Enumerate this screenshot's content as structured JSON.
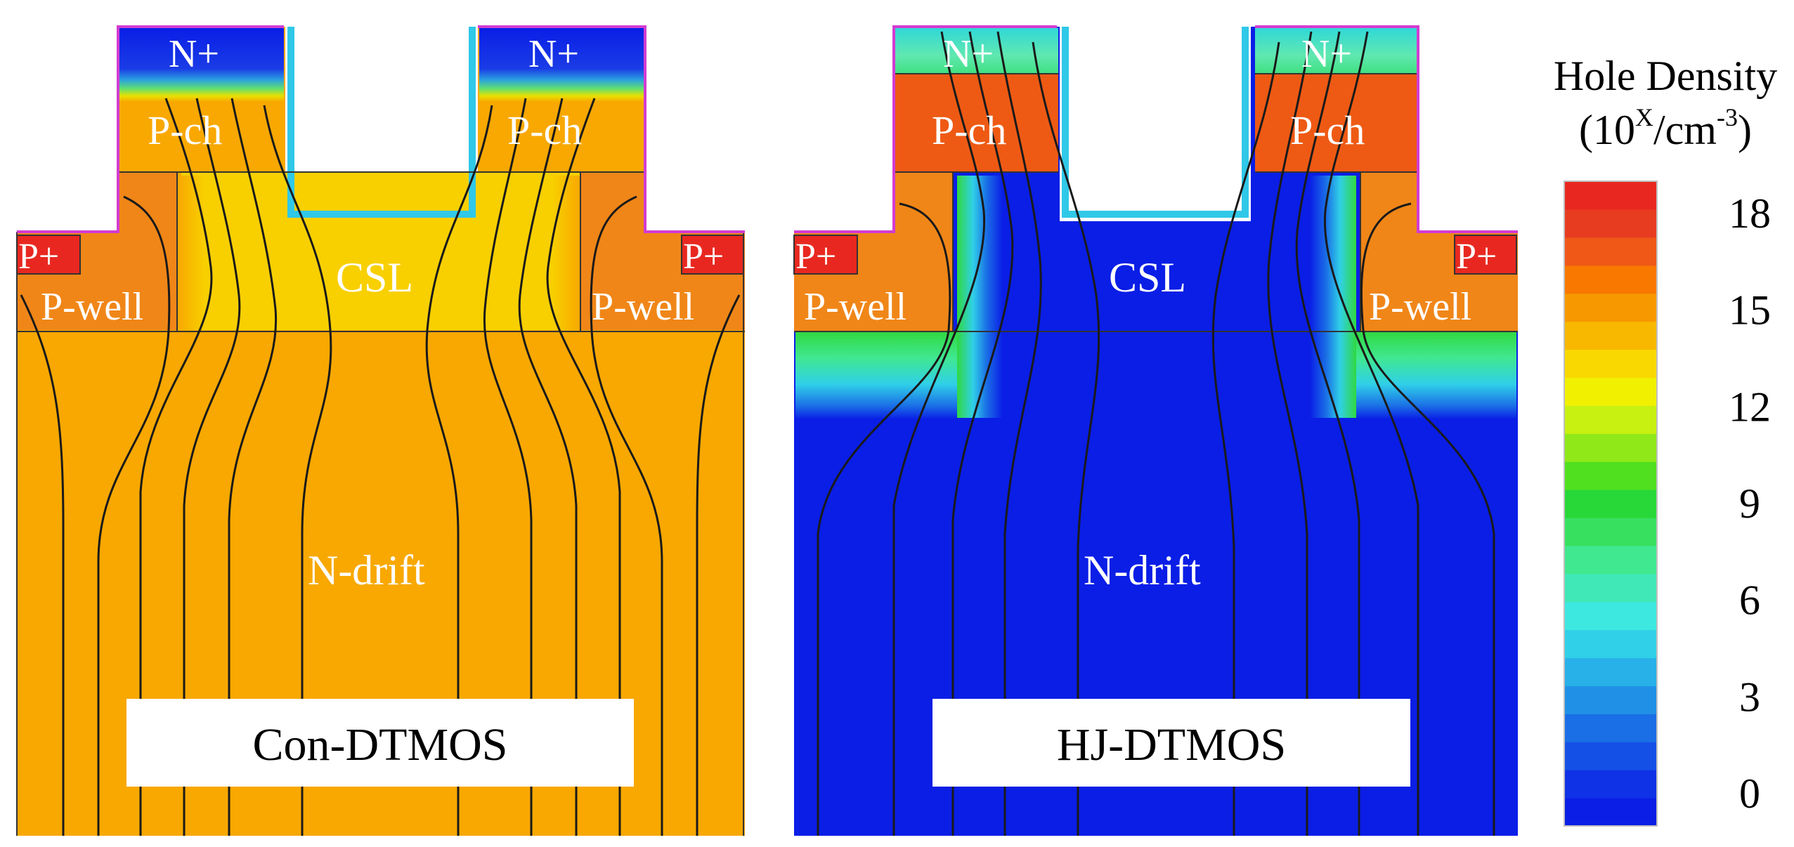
{
  "panels": [
    {
      "caption": "Con-DTMOS",
      "labels": {
        "source_left": "N+",
        "source_right": "N+",
        "pch_left": "P-ch",
        "pch_right": "P-ch",
        "pplus_left": "P+",
        "pplus_right": "P+",
        "pwell_left": "P-well",
        "pwell_right": "P-well",
        "csl": "CSL",
        "ndrift": "N-drift"
      }
    },
    {
      "caption": "HJ-DTMOS",
      "labels": {
        "source_left": "N+",
        "source_right": "N+",
        "pch_left": "P-ch",
        "pch_right": "P-ch",
        "pplus_left": "P+",
        "pplus_right": "P+",
        "pwell_left": "P-well",
        "pwell_right": "P-well",
        "csl": "CSL",
        "ndrift": "N-drift"
      }
    }
  ],
  "colorbar": {
    "title": "Hole Density",
    "unit_base": "(10",
    "unit_exp": "X",
    "unit_mid": "/cm",
    "unit_exp2": "-3",
    "unit_end": ")",
    "ticks": [
      "18",
      "15",
      "12",
      "9",
      "6",
      "3",
      "0"
    ],
    "tick_values": [
      18,
      15,
      12,
      9,
      6,
      3,
      0
    ],
    "range": [
      -1,
      19
    ],
    "colors_bottom_to_top": [
      "#0a1ee6",
      "#0f32e6",
      "#1450e6",
      "#1a6ee6",
      "#2090e6",
      "#28b0e8",
      "#30d0e8",
      "#3ce8e0",
      "#40e8b8",
      "#40e890",
      "#38e060",
      "#28d838",
      "#50e020",
      "#90e818",
      "#c8f010",
      "#f0f000",
      "#f8d800",
      "#f8b800",
      "#f89800",
      "#f87800",
      "#f05818",
      "#e83c20",
      "#e82820"
    ]
  },
  "colors": {
    "con_substrate": "#f8a800",
    "con_csl": "#f8d000",
    "hj_substrate": "#0a1ee6",
    "nplus": "#0a1ee6",
    "nplus_hj": "#60e8c8",
    "pch_con": "#f8a800",
    "pch_hj": "#ee5a14",
    "pwell": "#f08618",
    "pplus": "#e82820"
  }
}
